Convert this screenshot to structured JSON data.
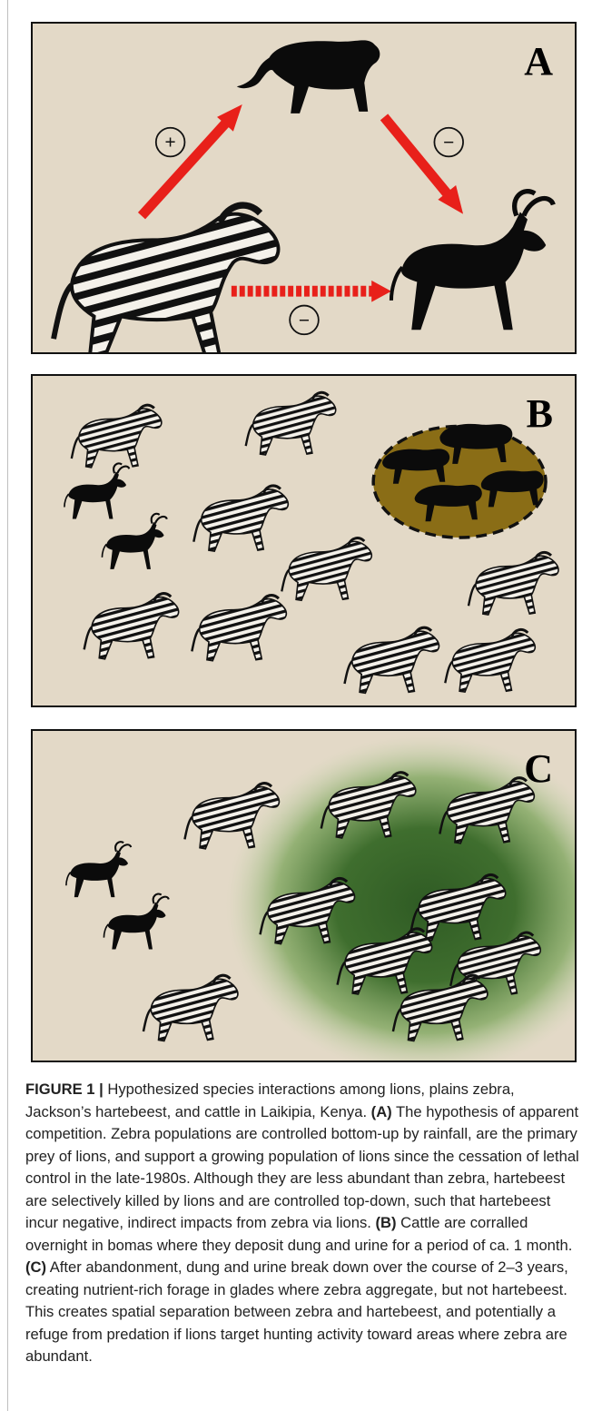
{
  "panels": [
    {
      "id": "A",
      "letter": "A",
      "signs": {
        "plus": "+",
        "minus_right": "−",
        "minus_bottom": "−"
      }
    },
    {
      "id": "B",
      "letter": "B"
    },
    {
      "id": "C",
      "letter": "C"
    }
  ],
  "icons": {
    "lion": "lion-icon",
    "zebra": "zebra-icon",
    "hartebeest": "hartebeest-icon",
    "cattle": "cattle-icon",
    "boma": "boma-icon",
    "glade": "glade-icon"
  },
  "colors": {
    "background": "#e3d9c7",
    "arrow": "#e8201a",
    "boma_fill": "#8a6d16",
    "glade": "#3f6e2e"
  },
  "caption": {
    "figure_label": "FIGURE 1 |",
    "intro": " Hypothesized species interactions among lions, plains zebra, Jackson’s hartebeest, and cattle in Laikipia, Kenya. ",
    "label_a": "(A)",
    "text_a": " The hypothesis of apparent competition. Zebra populations are controlled bottom-up by rainfall, are the primary prey of lions, and support a growing population of lions since the cessation of lethal control in the late-1980s. Although they are less abundant than zebra, hartebeest are selectively killed by lions and are controlled top-down, such that hartebeest incur negative, indirect impacts from zebra via lions. ",
    "label_b": "(B)",
    "text_b": " Cattle are corralled overnight in bomas where they deposit dung and urine for a period of ca. 1 month. ",
    "label_c": "(C)",
    "text_c": " After abandonment, dung and urine break down over the course of 2–3 years, creating nutrient-rich forage in glades where zebra aggregate, but not hartebeest. This creates spatial separation between zebra and hartebeest, and potentially a refuge from predation if lions target hunting activity toward areas where zebra are abundant."
  }
}
